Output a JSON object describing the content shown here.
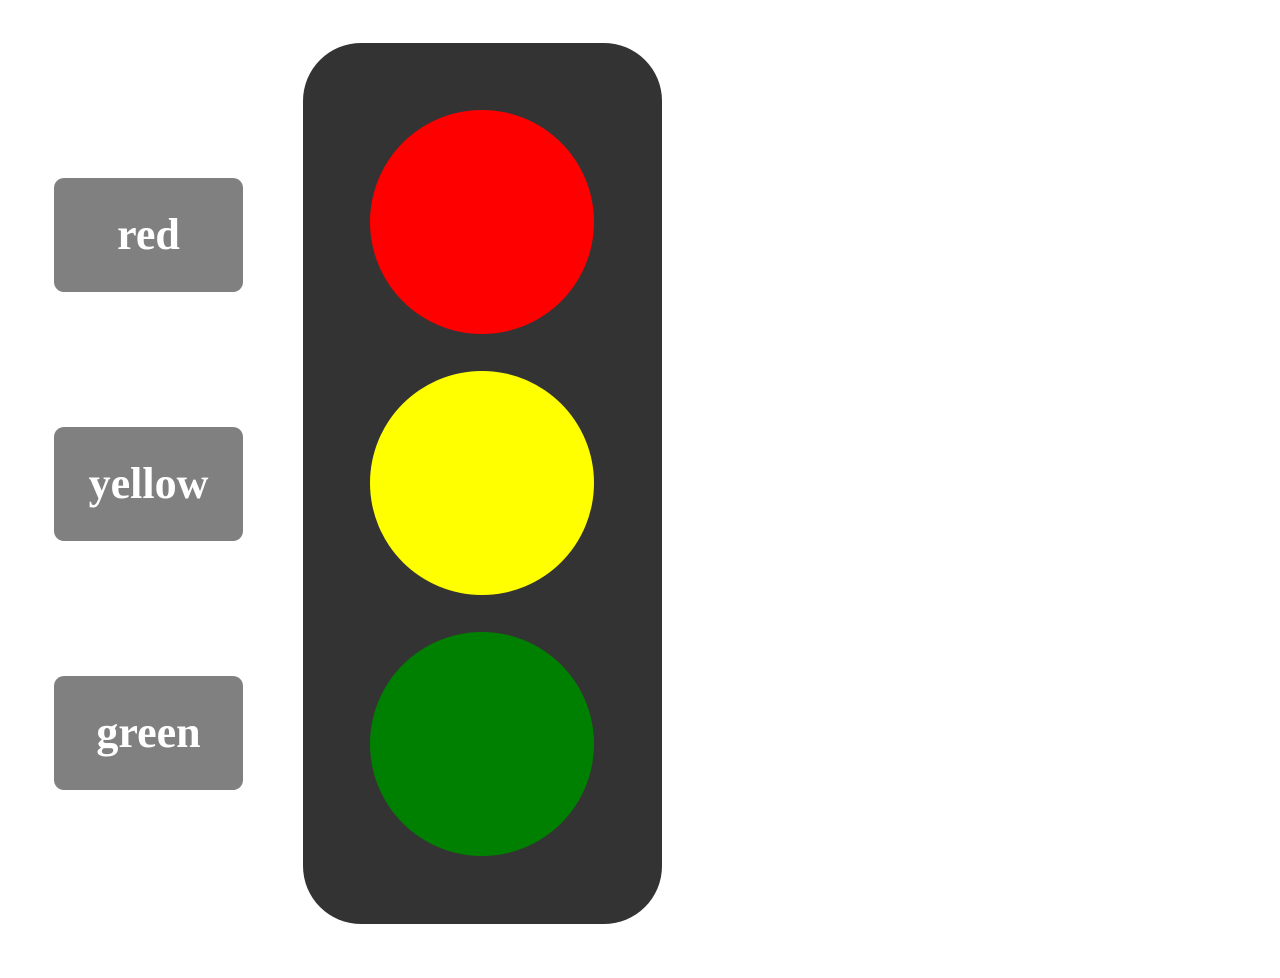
{
  "controls": {
    "buttons": [
      {
        "label": "red",
        "color": "#ff0000"
      },
      {
        "label": "yellow",
        "color": "#ffff00"
      },
      {
        "label": "green",
        "color": "#008000"
      }
    ]
  },
  "traffic_light": {
    "housing_color": "#333333",
    "lamps": [
      {
        "color": "#ff0000",
        "state": "on"
      },
      {
        "color": "#ffff00",
        "state": "on"
      },
      {
        "color": "#008000",
        "state": "on"
      }
    ]
  }
}
